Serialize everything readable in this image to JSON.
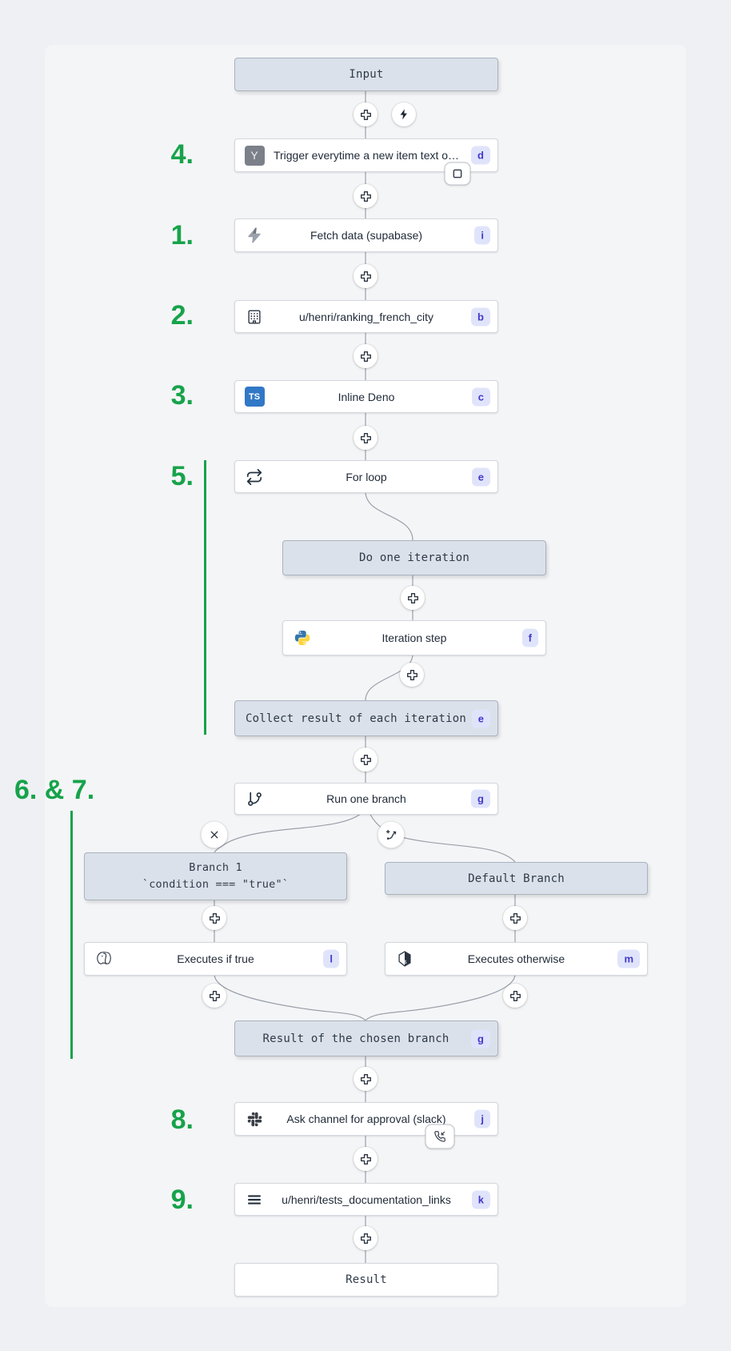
{
  "annotations": {
    "s1": "1.",
    "s2": "2.",
    "s3": "3.",
    "s4": "4.",
    "s5": "5.",
    "s67": "6. & 7.",
    "s8": "8.",
    "s9": "9.",
    "accent_green": "#16a34a"
  },
  "colors": {
    "badge_bg": "#e0e4fb",
    "badge_text": "#4338ca",
    "gray_node_bg": "#dbe1ea",
    "edge": "#9aa0a9"
  },
  "icons": {
    "y": "Y",
    "ts": "TS",
    "dollar": "$"
  },
  "nodes": {
    "input": {
      "label": "Input"
    },
    "trigger": {
      "label": "Trigger everytime a new item text o…",
      "badge": "d",
      "icon": "y-app-icon"
    },
    "fetch": {
      "label": "Fetch data (supabase)",
      "badge": "i",
      "icon": "supabase-bolt-icon"
    },
    "ranking": {
      "label": "u/henri/ranking_french_city",
      "badge": "b",
      "icon": "building-icon"
    },
    "inline_deno": {
      "label": "Inline Deno",
      "badge": "c",
      "icon": "typescript-icon"
    },
    "for_loop": {
      "label": "For loop",
      "badge": "e",
      "icon": "repeat-icon"
    },
    "do_one_iteration": {
      "label": "Do one iteration"
    },
    "iteration_step": {
      "label": "Iteration step",
      "badge": "f",
      "icon": "python-icon"
    },
    "collect_result": {
      "label": "Collect result of each iteration",
      "badge": "e"
    },
    "run_one_branch": {
      "label": "Run one branch",
      "badge": "g",
      "icon": "git-branch-icon"
    },
    "branch_1": {
      "title": "Branch 1",
      "subtitle": "`condition === \"true\"`"
    },
    "default_branch": {
      "label": "Default Branch"
    },
    "executes_if_true": {
      "label": "Executes if true",
      "badge": "l",
      "icon": "postgresql-icon"
    },
    "executes_otherwise": {
      "label": "Executes otherwise",
      "badge": "m",
      "icon": "bash-icon"
    },
    "result_chosen": {
      "label": "Result of the chosen branch",
      "badge": "g"
    },
    "ask_approval": {
      "label": "Ask channel for approval (slack)",
      "badge": "j",
      "icon": "slack-icon"
    },
    "tests_documentation": {
      "label": "u/henri/tests_documentation_links",
      "badge": "k",
      "icon": "menu-lines-icon"
    },
    "result": {
      "label": "Result"
    }
  }
}
